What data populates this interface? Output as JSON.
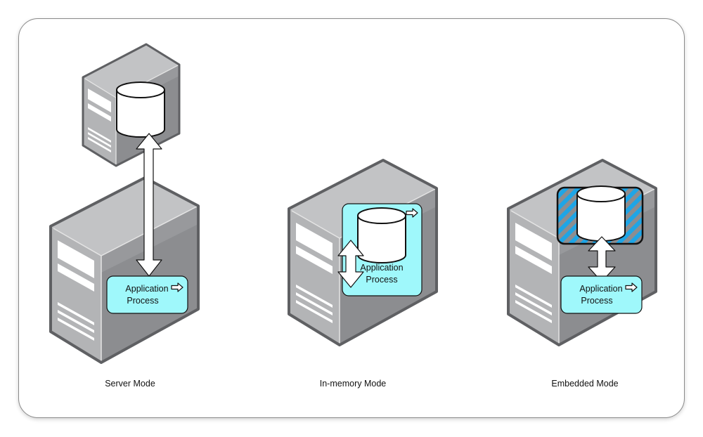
{
  "diagram": {
    "modes": [
      {
        "id": "server",
        "label": "Server Mode",
        "process_line1": "Application",
        "process_line2": "Process"
      },
      {
        "id": "in-memory",
        "label": "In-memory Mode",
        "process_line1": "Application",
        "process_line2": "Process"
      },
      {
        "id": "embedded",
        "label": "Embedded Mode",
        "process_line1": "Application",
        "process_line2": "Process"
      }
    ],
    "colors": {
      "process_fill": "#9ff8fb",
      "server_top": "#c2c3c5",
      "server_side": "#b3b4b6",
      "server_front": "#8c8d90",
      "server_outline": "#5f6063",
      "hatch_blue": "#1ea5e6",
      "hatch_gray": "#8c8d90"
    }
  }
}
